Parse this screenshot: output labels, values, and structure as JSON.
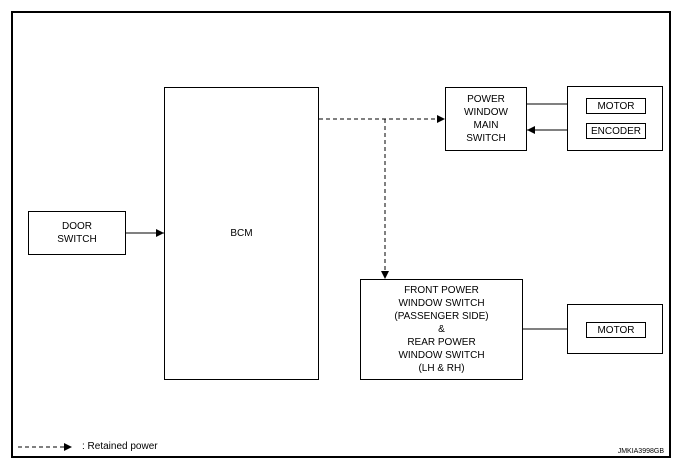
{
  "blocks": {
    "door_switch": "DOOR\nSWITCH",
    "bcm": "BCM",
    "main_switch": "POWER\nWINDOW\nMAIN\nSWITCH",
    "motor_top": "MOTOR",
    "encoder": "ENCODER",
    "front_rear_switch": "FRONT POWER\nWINDOW SWITCH\n(PASSENGER SIDE)\n&\nREAR POWER\nWINDOW SWITCH\n(LH & RH)",
    "motor_bottom": "MOTOR"
  },
  "legend": {
    "text": ": Retained power"
  },
  "figure_code": "JMKIA3998GB"
}
